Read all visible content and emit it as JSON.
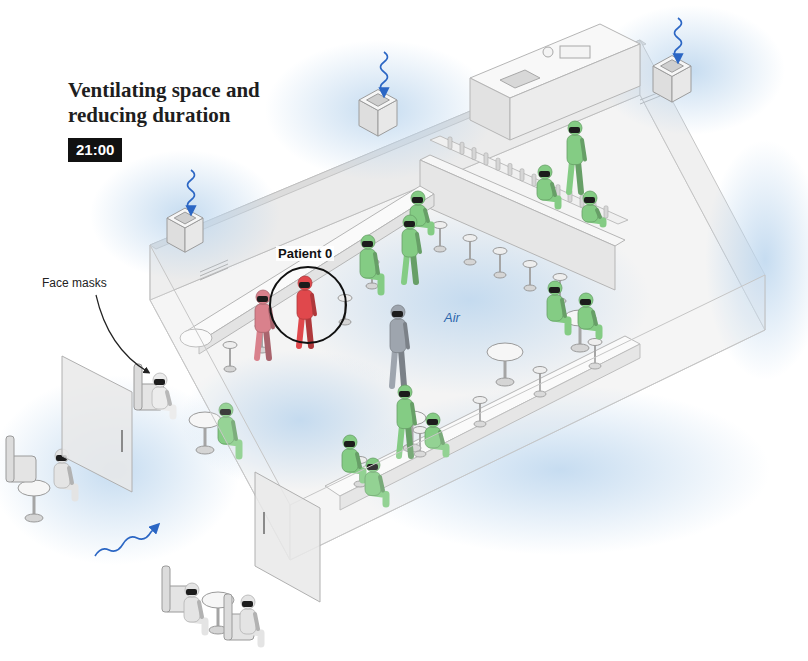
{
  "diagram": {
    "title": "Ventilating space and reducing duration",
    "nodes": [
      {
        "text": [
          "21:00"
        ]
      }
    ],
    "labels": [
      "Patient 0",
      "Face masks",
      "Air"
    ]
  }
}
